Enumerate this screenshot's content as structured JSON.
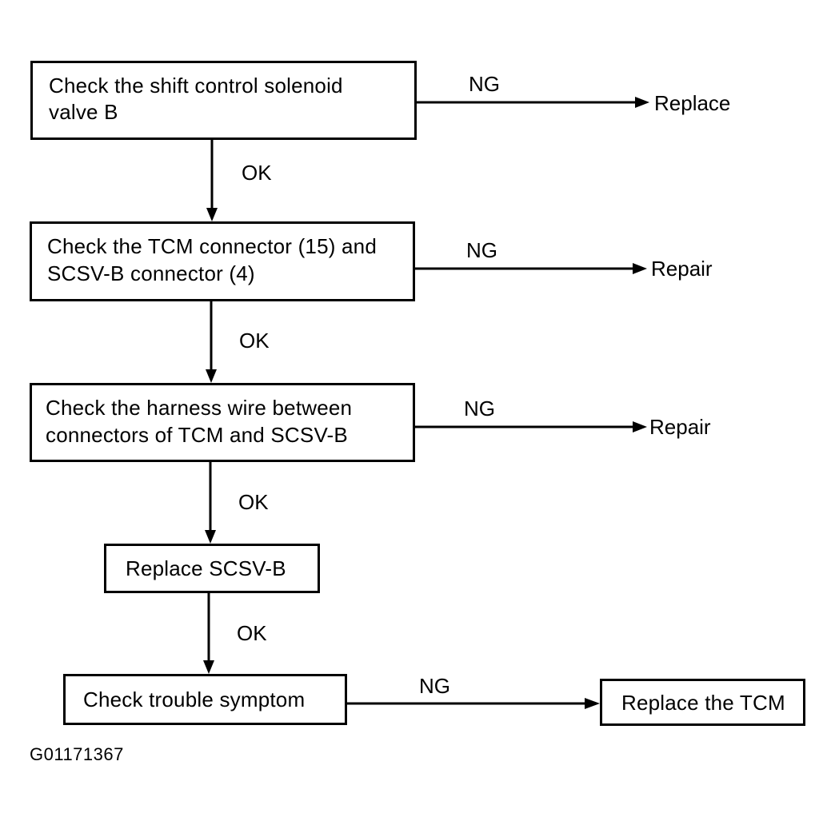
{
  "steps": {
    "step1": {
      "line1": "Check the shift control solenoid",
      "line2": "valve B"
    },
    "step2": {
      "line1": "Check the TCM connector (15) and",
      "line2": "SCSV-B connector (4)"
    },
    "step3": {
      "line1": "Check the harness wire between",
      "line2": "connectors of TCM and SCSV-B"
    },
    "step4": {
      "line1": "Replace SCSV-B"
    },
    "step5": {
      "line1": "Check trouble symptom"
    }
  },
  "outcomes": {
    "out1": "Replace",
    "out2": "Repair",
    "out3": "Repair",
    "out5": "Replace the TCM"
  },
  "labels": {
    "ok1": "OK",
    "ok2": "OK",
    "ok3": "OK",
    "ok4": "OK",
    "ng1": "NG",
    "ng2": "NG",
    "ng3": "NG",
    "ng5": "NG"
  },
  "figure_id": "G01171367"
}
